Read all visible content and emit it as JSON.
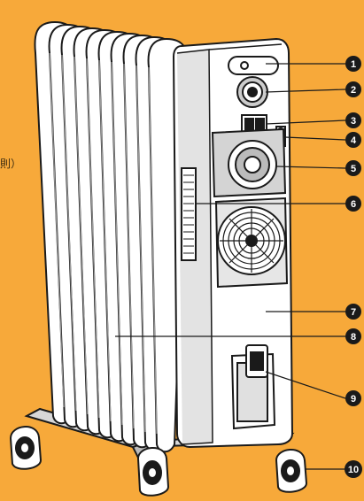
{
  "callouts": [
    {
      "num": "1"
    },
    {
      "num": "2"
    },
    {
      "num": "3"
    },
    {
      "num": "4"
    },
    {
      "num": "5"
    },
    {
      "num": "6"
    },
    {
      "num": "7"
    },
    {
      "num": "8"
    },
    {
      "num": "9"
    },
    {
      "num": "10"
    }
  ],
  "side_text": "則）",
  "colors": {
    "background": "#f7a93a",
    "body": "#ffffff",
    "outline": "#1a1a1a",
    "shade": "#c9c9c9",
    "callout": "#1a1a1a"
  }
}
